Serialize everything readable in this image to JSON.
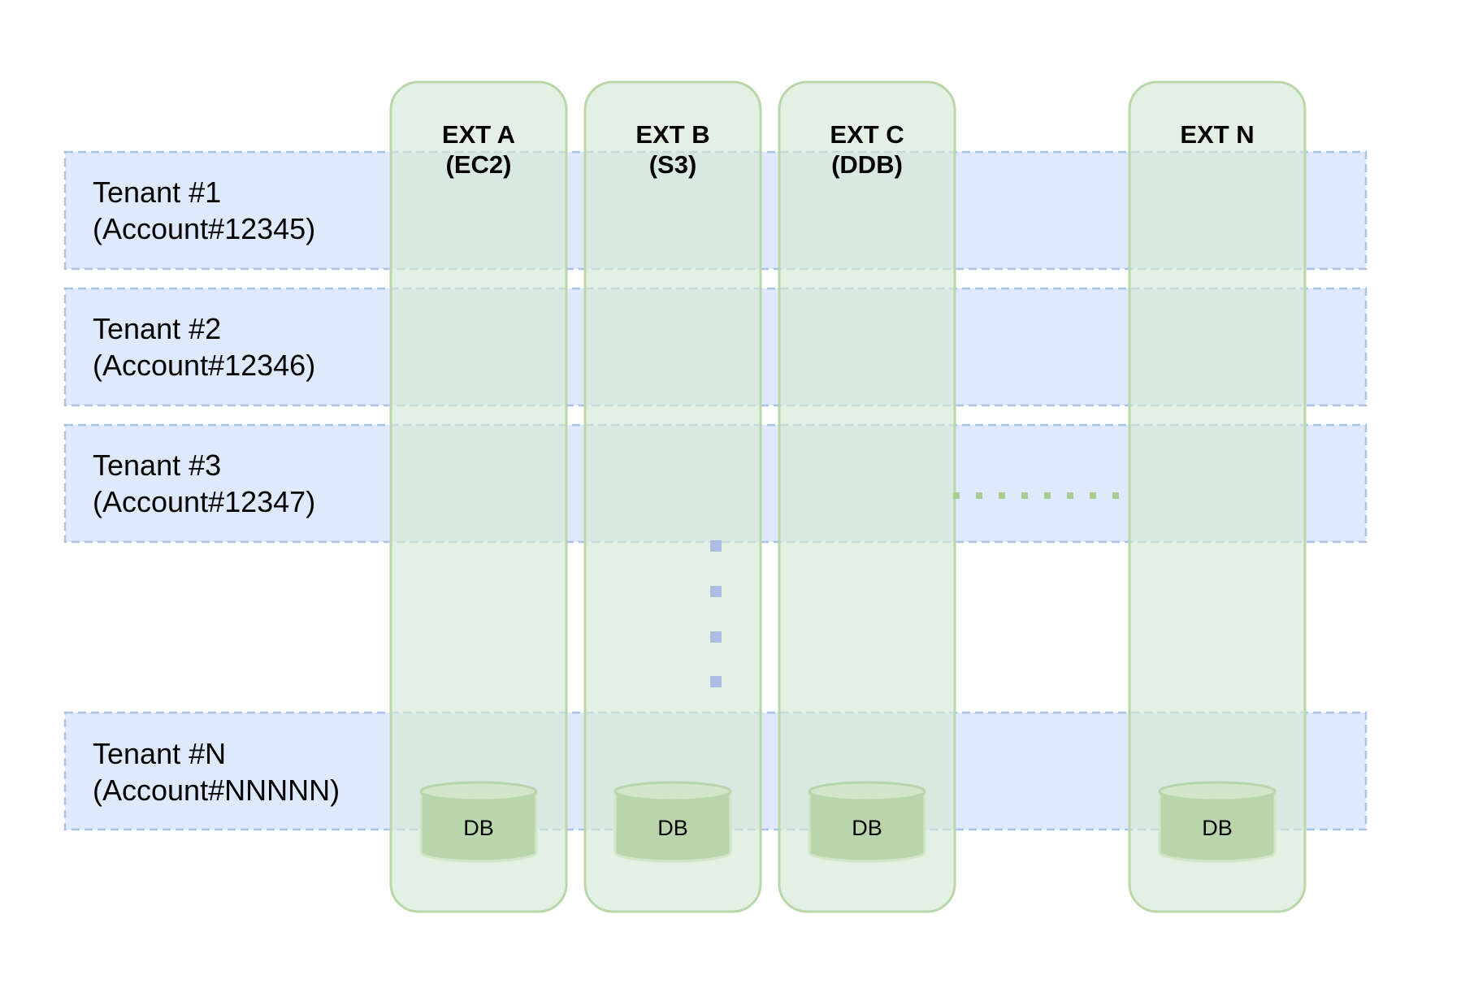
{
  "diagram": {
    "tenants": [
      {
        "name": "Tenant #1",
        "account": "(Account#12345)"
      },
      {
        "name": "Tenant #2",
        "account": "(Account#12346)"
      },
      {
        "name": "Tenant #3",
        "account": "(Account#12347)"
      },
      {
        "name": "Tenant #N",
        "account": "(Account#NNNNN)"
      }
    ],
    "extensions": [
      {
        "name": "EXT A",
        "service": "(EC2)",
        "db_label": "DB"
      },
      {
        "name": "EXT B",
        "service": "(S3)",
        "db_label": "DB"
      },
      {
        "name": "EXT C",
        "service": "(DDB)",
        "db_label": "DB"
      },
      {
        "name": "EXT N",
        "service": "",
        "db_label": "DB"
      }
    ],
    "colors": {
      "tenant_fill": "#dae8fc",
      "tenant_border": "#a9c4eb",
      "ext_fill": "#d5e8d4",
      "ext_border": "#b9d7aa",
      "db_fill": "#b9d5ab"
    }
  }
}
